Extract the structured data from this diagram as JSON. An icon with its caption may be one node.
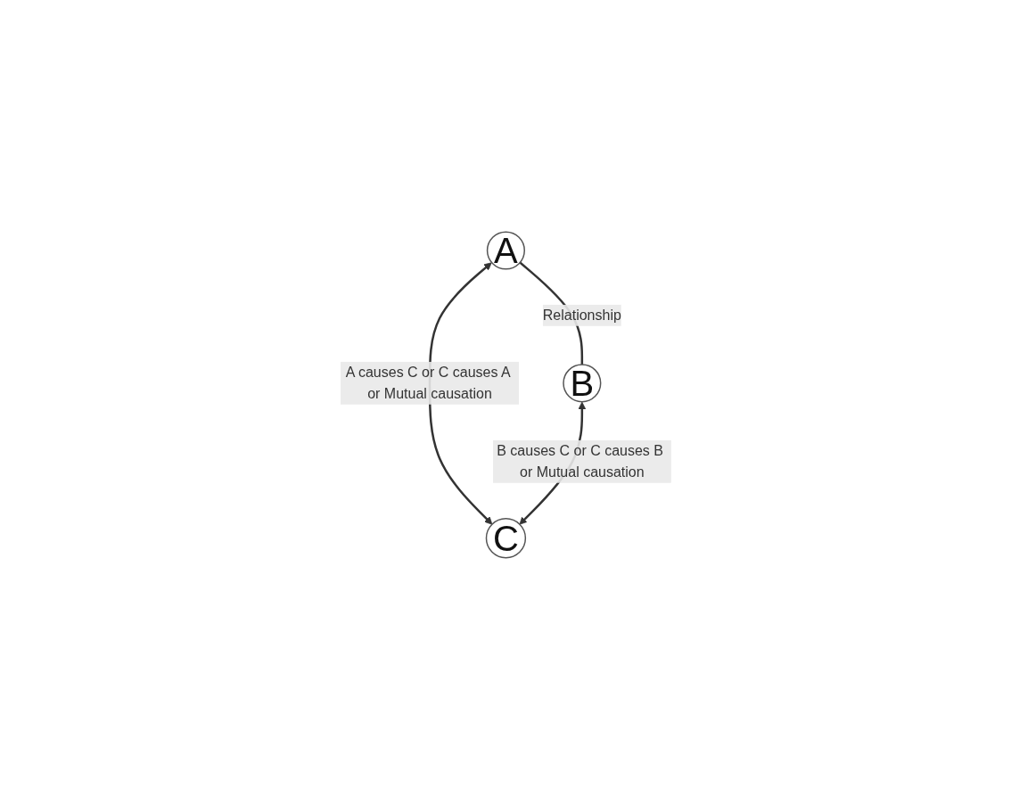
{
  "diagram": {
    "nodes": [
      {
        "text": [
          "A"
        ]
      },
      {
        "text": [
          "B"
        ]
      },
      {
        "text": [
          "C"
        ]
      }
    ],
    "edges": [
      {
        "from": 0,
        "to": 1,
        "arrow": "none",
        "label": "Relationship"
      },
      {
        "from": 0,
        "to": 2,
        "arrow": "both",
        "label": "A causes C or C causes A or Mutual causation"
      },
      {
        "from": 1,
        "to": 2,
        "arrow": "both",
        "label": "B causes C or C causes B or Mutual causation"
      }
    ]
  }
}
